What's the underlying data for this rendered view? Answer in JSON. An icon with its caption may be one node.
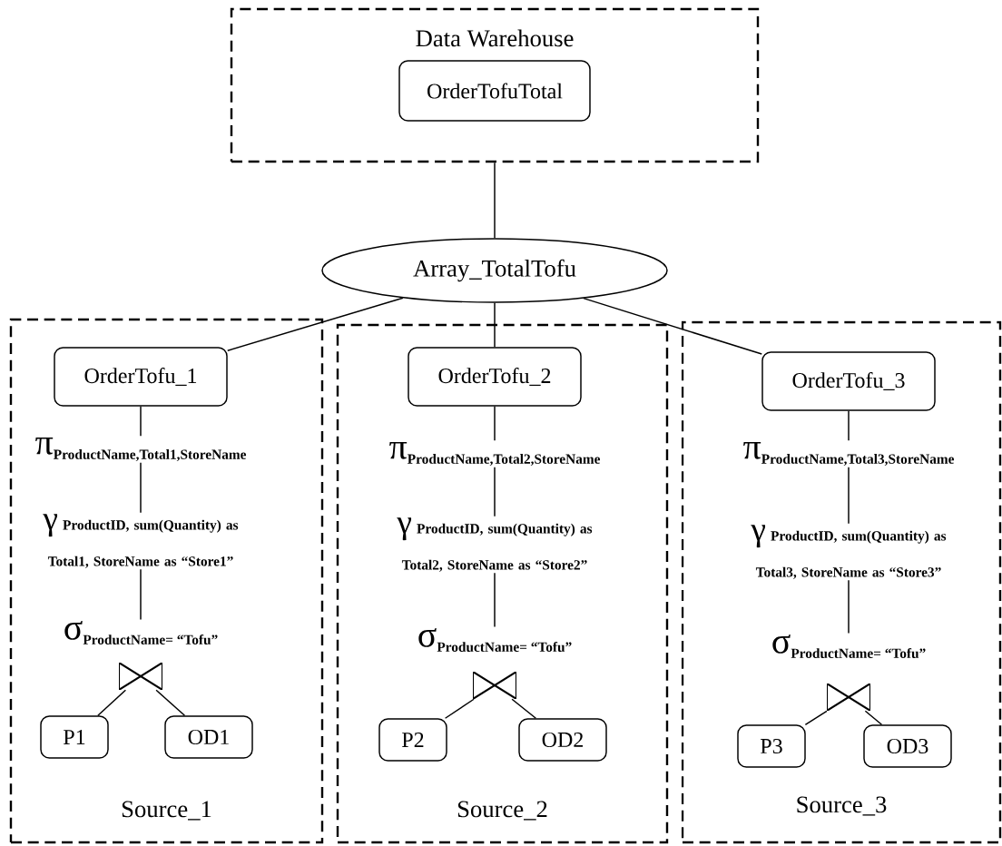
{
  "diagram": {
    "nodes": [
      {
        "text": [
          "Data Warehouse"
        ]
      },
      {
        "text": [
          "OrderTofuTotal"
        ],
        "in": 0
      },
      {
        "text": [
          "Array_TotalTofu"
        ]
      },
      {
        "text": [
          "Source_1"
        ]
      },
      {
        "text": [
          "OrderTofu_1"
        ],
        "in": 3
      },
      {
        "text": [
          "π",
          "ProductName,Total1,StoreName"
        ],
        "in": 3
      },
      {
        "text": [
          "γ",
          "ProductID, sum(Quantity) as Total1, StoreName as “Store1”"
        ],
        "in": 3
      },
      {
        "text": [
          "σ",
          "ProductName= “Tofu”"
        ],
        "in": 3
      },
      {
        "text": [],
        "shape": "bowtie",
        "in": 3
      },
      {
        "text": [
          "P1"
        ],
        "in": 3
      },
      {
        "text": [
          "OD1"
        ],
        "in": 3
      },
      {
        "text": [
          "Source_2"
        ]
      },
      {
        "text": [
          "OrderTofu_2"
        ],
        "in": 11
      },
      {
        "text": [
          "π",
          "ProductName,Total2,StoreName"
        ],
        "in": 11
      },
      {
        "text": [
          "γ",
          "ProductID, sum(Quantity) as Total2, StoreName as “Store2”"
        ],
        "in": 11
      },
      {
        "text": [
          "σ",
          "ProductName= “Tofu”"
        ],
        "in": 11
      },
      {
        "text": [],
        "shape": "bowtie",
        "in": 11
      },
      {
        "text": [
          "P2"
        ],
        "in": 11
      },
      {
        "text": [
          "OD2"
        ],
        "in": 11
      },
      {
        "text": [
          "Source_3"
        ]
      },
      {
        "text": [
          "OrderTofu_3"
        ],
        "in": 19
      },
      {
        "text": [
          "π",
          "ProductName,Total3,StoreName"
        ],
        "in": 19
      },
      {
        "text": [
          "γ",
          "ProductID, sum(Quantity) as Total3, StoreName as “Store3”"
        ],
        "in": 19
      },
      {
        "text": [
          "σ",
          "ProductName= “Tofu”"
        ],
        "in": 19
      },
      {
        "text": [],
        "shape": "bowtie",
        "in": 19
      },
      {
        "text": [
          "P3"
        ],
        "in": 19
      },
      {
        "text": [
          "OD3"
        ],
        "in": 19
      }
    ],
    "edges": [
      {
        "from": 0,
        "to": 2,
        "arrow": "none"
      },
      {
        "from": 2,
        "to": 4,
        "arrow": "none"
      },
      {
        "from": 2,
        "to": 12,
        "arrow": "none"
      },
      {
        "from": 2,
        "to": 20,
        "arrow": "none"
      },
      {
        "from": 4,
        "to": 5,
        "arrow": "none"
      },
      {
        "from": 5,
        "to": 6,
        "arrow": "none"
      },
      {
        "from": 6,
        "to": 7,
        "arrow": "none"
      },
      {
        "from": 8,
        "to": 9,
        "arrow": "none"
      },
      {
        "from": 8,
        "to": 10,
        "arrow": "none"
      },
      {
        "from": 12,
        "to": 13,
        "arrow": "none"
      },
      {
        "from": 13,
        "to": 14,
        "arrow": "none"
      },
      {
        "from": 14,
        "to": 15,
        "arrow": "none"
      },
      {
        "from": 16,
        "to": 17,
        "arrow": "none"
      },
      {
        "from": 16,
        "to": 18,
        "arrow": "none"
      },
      {
        "from": 20,
        "to": 21,
        "arrow": "none"
      },
      {
        "from": 21,
        "to": 22,
        "arrow": "none"
      },
      {
        "from": 22,
        "to": 23,
        "arrow": "none"
      },
      {
        "from": 24,
        "to": 25,
        "arrow": "none"
      },
      {
        "from": 24,
        "to": 26,
        "arrow": "none"
      }
    ]
  }
}
